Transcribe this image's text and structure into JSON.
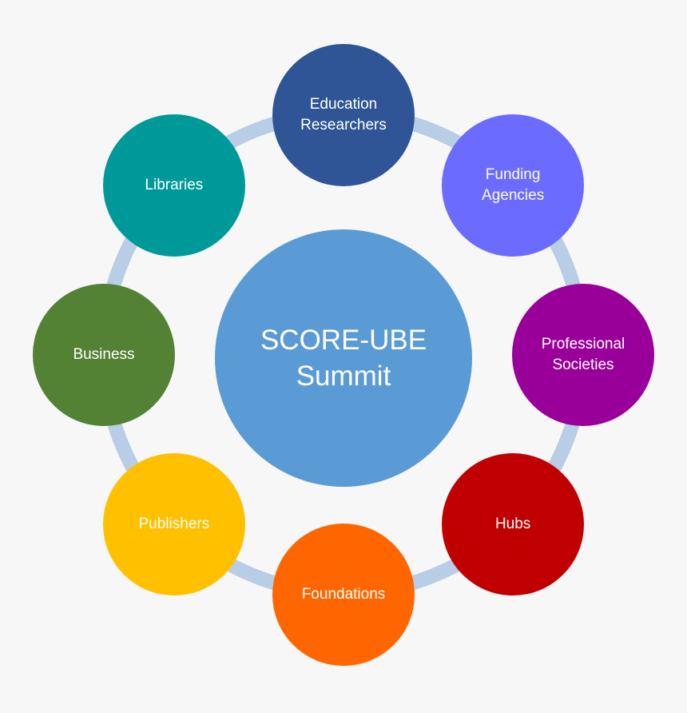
{
  "center": {
    "label": "SCORE-UBE\nSummit",
    "color": "#5b9bd5"
  },
  "ring_color": "#b8cde6",
  "nodes": [
    {
      "key": "education-researchers",
      "label": "Education\nResearchers",
      "color": "#2f5597"
    },
    {
      "key": "funding-agencies",
      "label": "Funding\nAgencies",
      "color": "#6b6bff"
    },
    {
      "key": "professional-societies",
      "label": "Professional\nSocieties",
      "color": "#990099"
    },
    {
      "key": "hubs",
      "label": "Hubs",
      "color": "#c00000"
    },
    {
      "key": "foundations",
      "label": "Foundations",
      "color": "#ff6600"
    },
    {
      "key": "publishers",
      "label": "Publishers",
      "color": "#ffc000"
    },
    {
      "key": "business",
      "label": "Business",
      "color": "#548235"
    },
    {
      "key": "libraries",
      "label": "Libraries",
      "color": "#009999"
    }
  ]
}
